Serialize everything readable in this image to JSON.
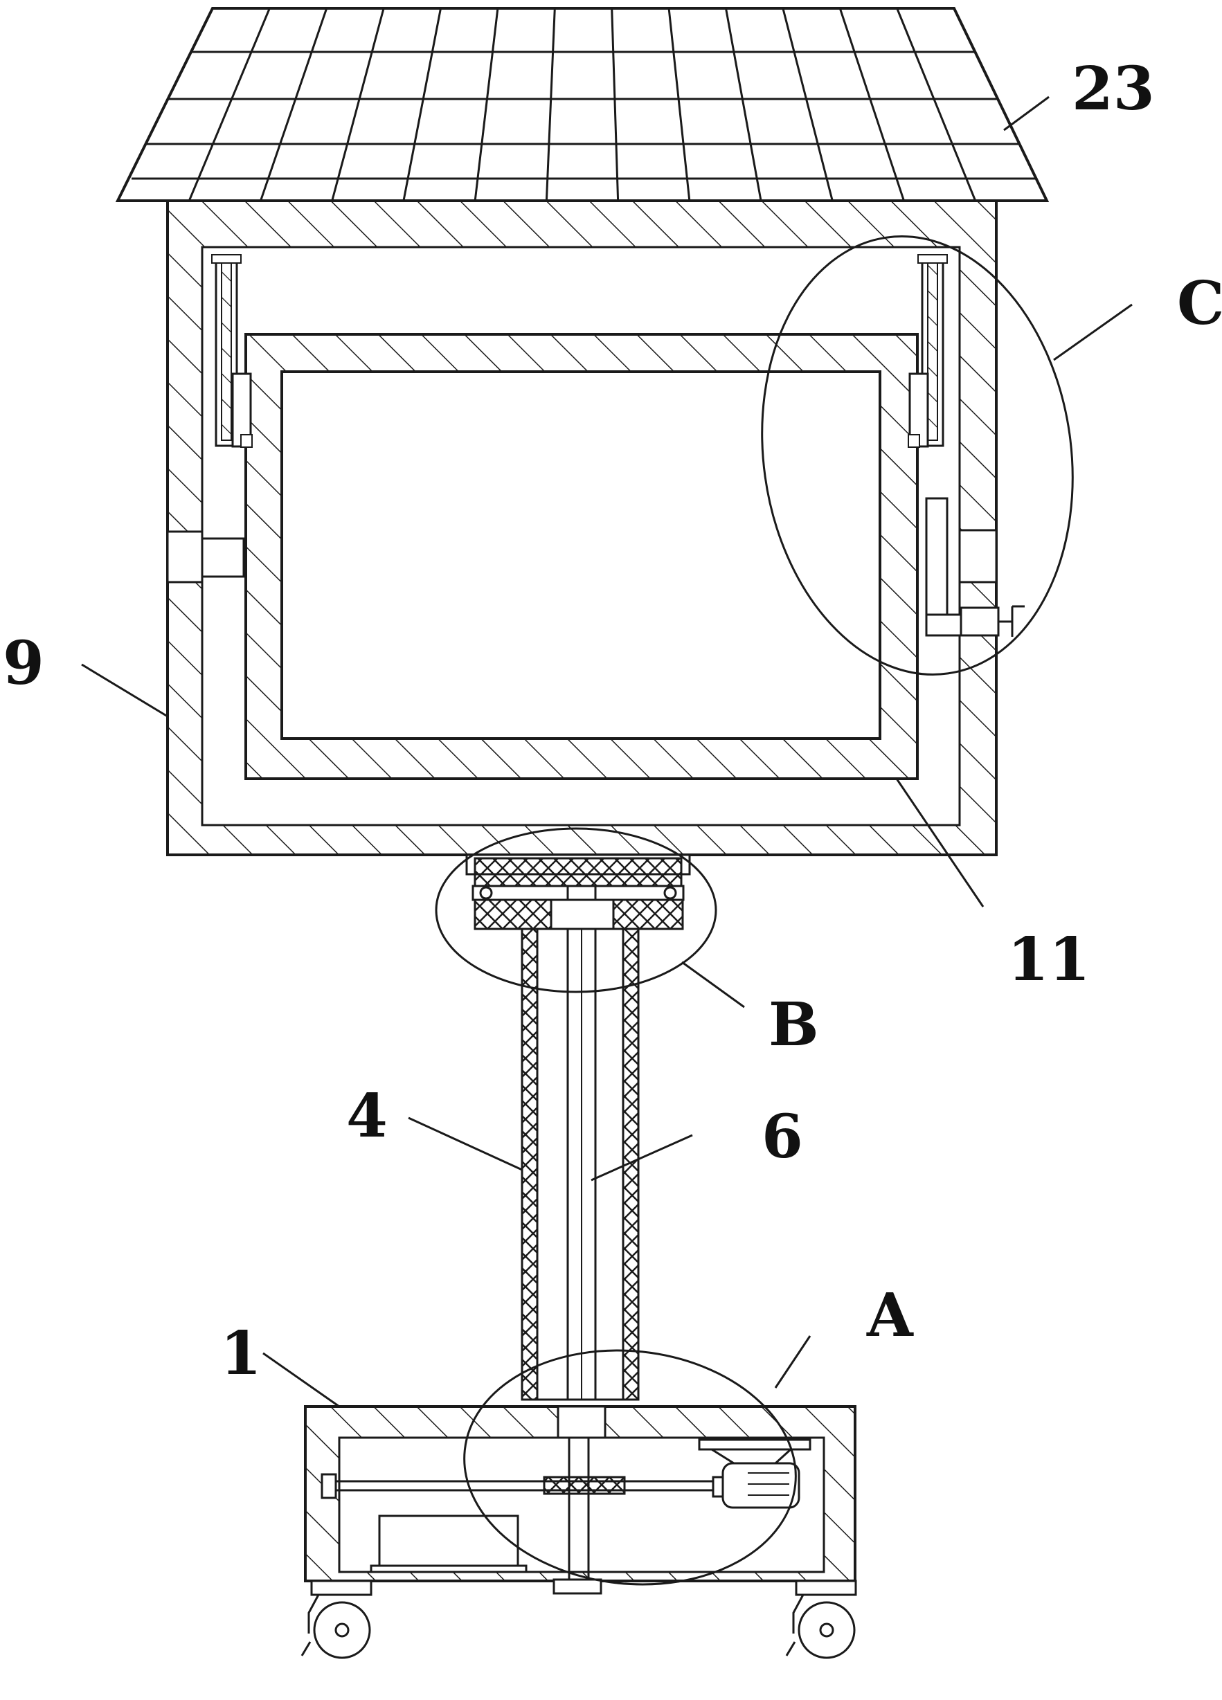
{
  "labels": {
    "l23": "23",
    "lC": "C",
    "l9": "9",
    "l11": "11",
    "lB": "B",
    "l4": "4",
    "l6": "6",
    "lA": "A",
    "l1": "1"
  },
  "colors": {
    "line": "#1a1a1a",
    "background": "#ffffff"
  }
}
